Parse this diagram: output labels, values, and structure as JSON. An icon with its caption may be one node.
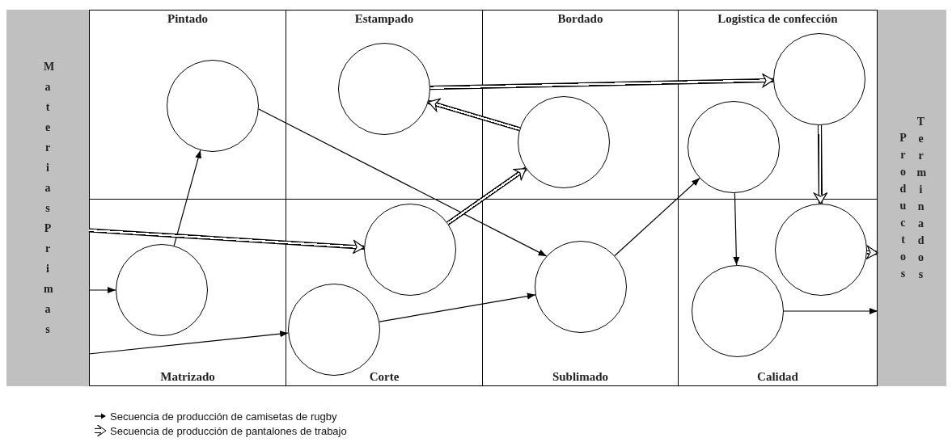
{
  "diagram": {
    "nodes": [
      {
        "text": [
          "Materias Primas"
        ]
      },
      {
        "text": [
          "Pintado"
        ]
      },
      {
        "text": [
          "Estampado"
        ]
      },
      {
        "text": [
          "Bordado"
        ]
      },
      {
        "text": [
          "Logistica de confección"
        ]
      },
      {
        "text": [
          "Matrizado"
        ]
      },
      {
        "text": [
          "Corte"
        ]
      },
      {
        "text": [
          "Sublimado"
        ]
      },
      {
        "text": [
          "Calidad"
        ]
      },
      {
        "text": [
          "Productos",
          "Terminados"
        ]
      },
      {
        "text": [],
        "shape": "circle",
        "in": 1
      },
      {
        "text": [],
        "shape": "circle",
        "in": 2
      },
      {
        "text": [],
        "shape": "circle",
        "in": 3
      },
      {
        "text": [],
        "shape": "circle",
        "in": 4
      },
      {
        "text": [],
        "shape": "circle",
        "in": 4
      },
      {
        "text": [],
        "shape": "circle",
        "in": 5
      },
      {
        "text": [],
        "shape": "circle",
        "in": 6
      },
      {
        "text": [],
        "shape": "circle",
        "in": 6
      },
      {
        "text": [],
        "shape": "circle",
        "in": 7
      },
      {
        "text": [],
        "shape": "circle",
        "in": 8
      },
      {
        "text": [],
        "shape": "circle",
        "in": 8
      }
    ],
    "edges": [
      {
        "from": 0,
        "to": 15,
        "arrow": "to"
      },
      {
        "from": 15,
        "to": 10,
        "arrow": "to"
      },
      {
        "from": 10,
        "to": 18,
        "arrow": "to"
      },
      {
        "from": 0,
        "to": 17,
        "arrow": "to"
      },
      {
        "from": 17,
        "to": 18,
        "arrow": "to"
      },
      {
        "from": 18,
        "to": 14,
        "arrow": "to"
      },
      {
        "from": 14,
        "to": 20,
        "arrow": "to"
      },
      {
        "from": 20,
        "to": 9,
        "arrow": "to"
      },
      {
        "from": 0,
        "to": 16,
        "arrow": "to",
        "style": "thick"
      },
      {
        "from": 16,
        "to": 12,
        "arrow": "to",
        "style": "thick"
      },
      {
        "from": 12,
        "to": 11,
        "arrow": "to",
        "style": "thick"
      },
      {
        "from": 11,
        "to": 13,
        "arrow": "to",
        "style": "thick"
      },
      {
        "from": 13,
        "to": 19,
        "arrow": "to",
        "style": "thick"
      },
      {
        "from": 19,
        "to": 9,
        "arrow": "to",
        "style": "thick"
      }
    ],
    "legend": [
      {
        "text": "Secuencia de producción de camisetas de rugby"
      },
      {
        "text": "Secuencia de producción de pantalones de trabajo"
      }
    ]
  }
}
